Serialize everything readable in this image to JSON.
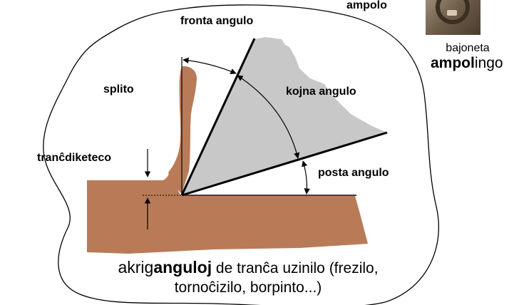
{
  "labels": {
    "fronta_angulo": "fronta angulo",
    "kojna_angulo": "kojna angulo",
    "posta_angulo": "posta angulo",
    "splito": "splito",
    "trancdiketeco": "tranĉdiketeco",
    "ampolo": "ampolo"
  },
  "bayonet": {
    "line1": "bajoneta",
    "line2_bold": "ampol",
    "line2_rest": "ingo"
  },
  "caption": {
    "prefix": "akrig",
    "bold": "anguloj",
    "rest": " de tranĉa uzinilo (frezilo,",
    "line2": "tornoĉizilo, borpinto...)"
  },
  "colors": {
    "material": "#b97b57",
    "tool": "#c8c8c8",
    "line": "#000000"
  }
}
